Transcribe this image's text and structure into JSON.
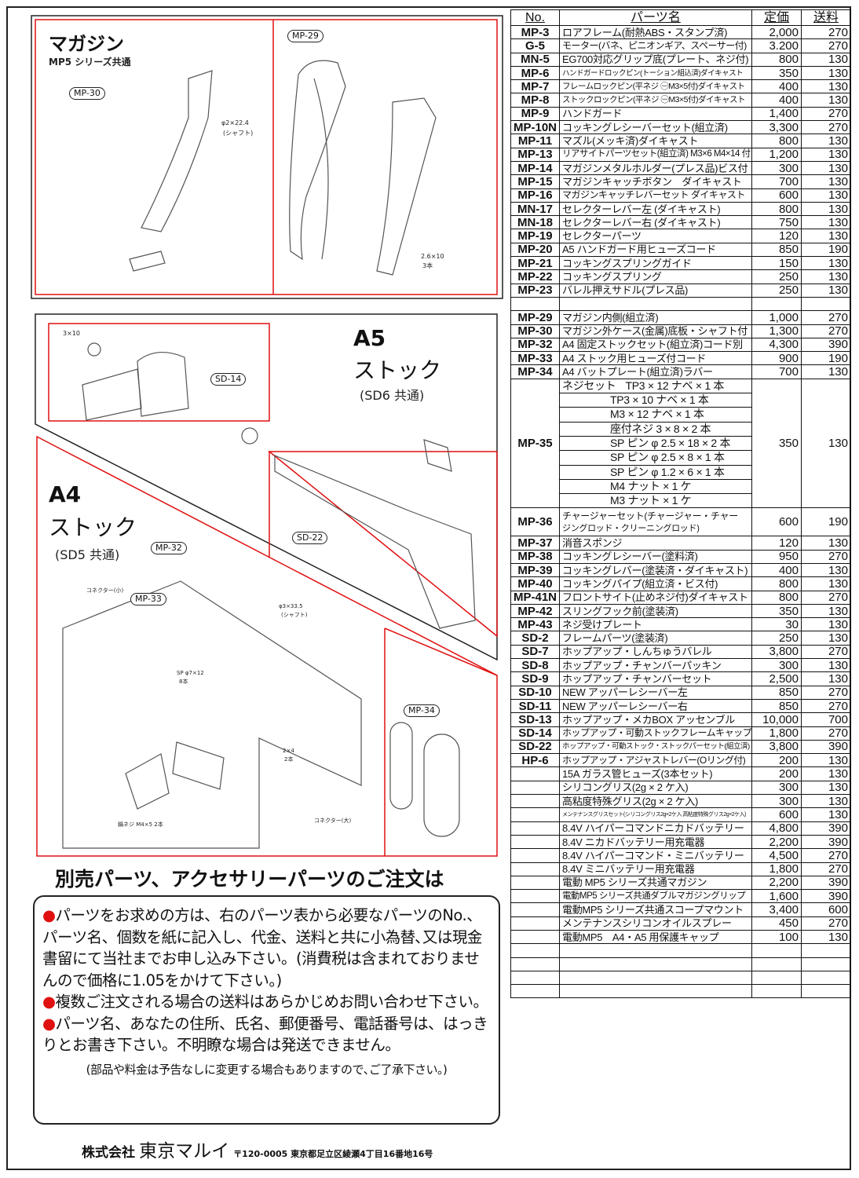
{
  "magazine": {
    "title": "マガジン",
    "subtitle": "MP5 シリーズ共通",
    "tags": [
      "MP-30",
      "MP-29"
    ],
    "notes": [
      "φ2×22.4",
      "(シャフト)",
      "2.6×10",
      "3本"
    ]
  },
  "a5": {
    "title": "A5",
    "title2": "ストック",
    "subtitle": "(SD6 共通)",
    "tags": [
      "SD-14"
    ],
    "notes": [
      "3×10"
    ]
  },
  "a4": {
    "title": "A4",
    "title2": "ストック",
    "subtitle": "(SD5 共通)",
    "tags": [
      "MP-32",
      "MP-33",
      "SD-22",
      "MP-34"
    ],
    "notes": [
      "コネクター(小)",
      "φ3×33.5",
      "(シャフト)",
      "SP φ7×12",
      "8本",
      "2×4",
      "2本",
      "鍋ネジ M4×5 2本",
      "コネクター(大)"
    ]
  },
  "order": {
    "heading": "別売パーツ、アクセサリーパーツのご注文は",
    "bullets": [
      "パーツをお求めの方は、右のパーツ表から必要なパーツのNo.、パーツ名、個数を紙に記入し、代金、送料と共に小為替､又は現金書留にて当社までお申し込み下さい。(消費税は含まれておりませんので価格に1.05をかけて下さい。)",
      "複数ご注文される場合の送料はあらかじめお問い合わせ下さい。",
      "パーツ名、あなたの住所、氏名、郵便番号、電話番号は、はっきりとお書き下さい。不明瞭な場合は発送できません。"
    ],
    "note": "(部品や料金は予告なしに変更する場合もありますので､ご了承下さい。)"
  },
  "footer": {
    "company_prefix": "株式会社",
    "company": "東京マルイ",
    "address": "〒120-0005 東京都足立区綾瀬4丁目16番地16号"
  },
  "table": {
    "headers": [
      "No.",
      "パーツ名",
      "定価",
      "送料"
    ],
    "rows": [
      [
        "MP-3",
        "ロアフレーム(耐熱ABS・スタンプ済)",
        "2,000",
        "270"
      ],
      [
        "G-5",
        "モーター(バネ、ピニオンギア、スペーサー付)",
        "3.200",
        "270"
      ],
      [
        "MN-5",
        "EG700対応グリップ底(プレート、ネジ付)",
        "800",
        "130"
      ],
      [
        "MP-6",
        "ハンドガードロックピン(トーション組込済)ダイキャスト",
        "350",
        "130"
      ],
      [
        "MP-7",
        "フレームロックピン(平ネジ ㊀M3×5付)ダイキャスト",
        "400",
        "130"
      ],
      [
        "MP-8",
        "ストックロックピン(平ネジ ㊀M3×5付)ダイキャスト",
        "400",
        "130"
      ],
      [
        "MP-9",
        "ハンドガード",
        "1,400",
        "270"
      ],
      [
        "MP-10N",
        "コッキングレシーバーセット(組立済)",
        "3,300",
        "270"
      ],
      [
        "MP-11",
        "マズル(メッキ済)ダイキャスト",
        "800",
        "130"
      ],
      [
        "MP-13",
        "リアサイトパーツセット(組立済) M3×6 M4×14 付",
        "1,200",
        "130"
      ],
      [
        "MP-14",
        "マガジンメタルホルダー(プレス品)ビス付",
        "300",
        "130"
      ],
      [
        "MP-15",
        "マガジンキャッチボタン　ダイキャスト",
        "700",
        "130"
      ],
      [
        "MP-16",
        "マガジンキャッチレバーセット ダイキャスト",
        "600",
        "130"
      ],
      [
        "MN-17",
        "セレクターレバー左 (ダイキャスト)",
        "800",
        "130"
      ],
      [
        "MN-18",
        "セレクターレバー右 (ダイキャスト)",
        "750",
        "130"
      ],
      [
        "MP-19",
        "セレクターパーツ",
        "120",
        "130"
      ],
      [
        "MP-20",
        "A5 ハンドガード用ヒューズコード",
        "850",
        "190"
      ],
      [
        "MP-21",
        "コッキングスプリングガイド",
        "150",
        "130"
      ],
      [
        "MP-22",
        "コッキングスプリング",
        "250",
        "130"
      ],
      [
        "MP-23",
        "バレル押えサドル(プレス品)",
        "250",
        "130"
      ],
      [
        "",
        "",
        "",
        ""
      ],
      [
        "MP-29",
        "マガジン内側(組立済)",
        "1,000",
        "270"
      ],
      [
        "MP-30",
        "マガジン外ケース(金属)底板・シャフト付",
        "1,300",
        "270"
      ],
      [
        "MP-32",
        "A4 固定ストックセット(組立済)コード別",
        "4,300",
        "390"
      ],
      [
        "MP-33",
        "A4 ストック用ヒューズ付コード",
        "900",
        "190"
      ],
      [
        "MP-34",
        "A4 バットプレート(組立済)ラバー",
        "700",
        "130"
      ]
    ],
    "mp35": {
      "no": "MP-35",
      "prefix": "ネジセット",
      "items": [
        "TP3 × 12 ナベ × 1 本",
        "TP3 × 10 ナベ × 1 本",
        "M3 × 12 ナベ × 1 本",
        "座付ネジ 3 × 8 × 2 本",
        "SP ピン φ 2.5 × 18 × 2 本",
        "SP ピン φ 2.5 × 8 × 1 本",
        "SP ピン φ 1.2 × 6 × 1 本",
        "M4 ナット × 1 ケ",
        "M3 ナット × 1 ケ"
      ],
      "price": "350",
      "shipping": "130"
    },
    "mp36": {
      "no": "MP-36",
      "name1": "チャージャーセット(チャージャー・チャー",
      "name2": "ジングロッド・クリーニングロッド)",
      "price": "600",
      "shipping": "190"
    },
    "rows2": [
      [
        "MP-37",
        "消音スポンジ",
        "120",
        "130"
      ],
      [
        "MP-38",
        "コッキングレシーバー(塗料済)",
        "950",
        "270"
      ],
      [
        "MP-39",
        "コッキングレバー(塗装済・ダイキャスト)",
        "400",
        "130"
      ],
      [
        "MP-40",
        "コッキングパイプ(組立済・ビス付)",
        "800",
        "130"
      ],
      [
        "MP-41N",
        "フロントサイト(止めネジ付)ダイキャスト",
        "800",
        "270"
      ],
      [
        "MP-42",
        "スリングフック前(塗装済)",
        "350",
        "130"
      ],
      [
        "MP-43",
        "ネジ受けプレート",
        "30",
        "130"
      ],
      [
        "SD-2",
        "フレームパーツ(塗装済)",
        "250",
        "130"
      ],
      [
        "SD-7",
        "ホップアップ・しんちゅうバレル",
        "3,800",
        "270"
      ],
      [
        "SD-8",
        "ホップアップ・チャンバーパッキン",
        "300",
        "130"
      ],
      [
        "SD-9",
        "ホップアップ・チャンバーセット",
        "2,500",
        "130"
      ],
      [
        "SD-10",
        "NEW アッパーレシーバー左",
        "850",
        "270"
      ],
      [
        "SD-11",
        "NEW アッパーレシーバー右",
        "850",
        "270"
      ],
      [
        "SD-13",
        "ホップアップ・メカBOX アッセンブル",
        "10,000",
        "700"
      ],
      [
        "SD-14",
        "ホップアップ・可動ストックフレームキャップ",
        "1,800",
        "270"
      ],
      [
        "SD-22",
        "ホップアップ・可動ストック・ストックパーセット(組立済)",
        "3,800",
        "390"
      ],
      [
        "HP-6",
        "ホップアップ・アジャストレバー(Oリング付)",
        "200",
        "130"
      ],
      [
        "",
        "15A ガラス管ヒューズ(3本セット)",
        "200",
        "130"
      ],
      [
        "",
        "シリコングリス(2g × 2 ケ入)",
        "300",
        "130"
      ],
      [
        "",
        "高粘度特殊グリス(2g × 2 ケ入)",
        "300",
        "130"
      ],
      [
        "",
        "メンテナンスグリスセット(シリコングリス2g×2ケ入 高粘度特殊グリス2g×2ケ入)",
        "600",
        "130"
      ],
      [
        "",
        "8.4V ハイパーコマンドニカドバッテリー",
        "4,800",
        "390"
      ],
      [
        "",
        "8.4V ニカドバッテリー用充電器",
        "2,200",
        "390"
      ],
      [
        "",
        "8.4V ハイパーコマンド・ミニバッテリー",
        "4,500",
        "270"
      ],
      [
        "",
        "8.4V ミニバッテリー用充電器",
        "1,800",
        "270"
      ],
      [
        "",
        "電動 MP5 シリーズ共通マガジン",
        "2,200",
        "390"
      ],
      [
        "",
        "電動MP5 シリーズ共通ダブルマガジングリップ",
        "1,600",
        "390"
      ],
      [
        "",
        "電動MP5 シリーズ共通スコープマウント",
        "3,400",
        "600"
      ],
      [
        "",
        "メンテナンスシリコンオイルスプレー",
        "450",
        "270"
      ],
      [
        "",
        "電動MP5　A4・A5 用保護キャップ",
        "100",
        "130"
      ],
      [
        "",
        "",
        "",
        ""
      ],
      [
        "",
        "",
        "",
        ""
      ],
      [
        "",
        "",
        "",
        ""
      ],
      [
        "",
        "",
        "",
        ""
      ]
    ]
  },
  "colors": {
    "accent": "#e01010",
    "ink": "#111111"
  }
}
